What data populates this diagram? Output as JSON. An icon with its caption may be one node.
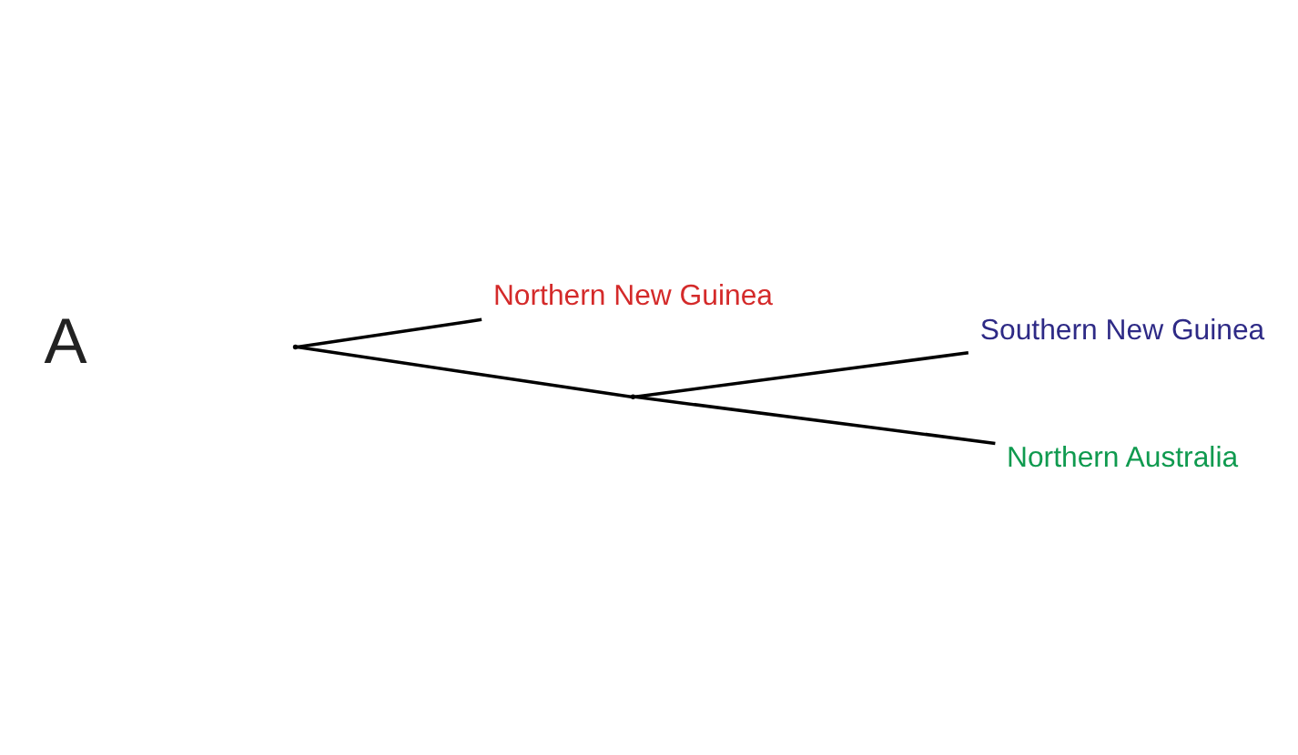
{
  "diagram": {
    "nodes": [
      {
        "text": [
          "Northern New Guinea"
        ]
      },
      {
        "text": [
          "Southern New Guinea"
        ]
      },
      {
        "text": [
          "Northern Australia"
        ]
      },
      {
        "text": [],
        "shape": "point"
      },
      {
        "text": [],
        "shape": "point"
      }
    ],
    "edges": [
      {
        "from": 3,
        "to": 0,
        "arrow": "none"
      },
      {
        "from": 3,
        "to": 4,
        "arrow": "none"
      },
      {
        "from": 4,
        "to": 1,
        "arrow": "none"
      },
      {
        "from": 4,
        "to": 2,
        "arrow": "none"
      }
    ],
    "labels": [
      "A"
    ]
  }
}
